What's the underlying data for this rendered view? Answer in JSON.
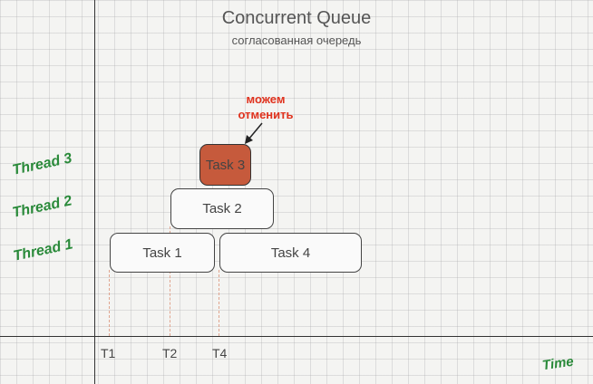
{
  "title": "Concurrent Queue",
  "subtitle": "согласованная очередь",
  "threads": [
    "Thread 3",
    "Thread 2",
    "Thread 1"
  ],
  "tasks": [
    "Task 1",
    "Task 2",
    "Task 3",
    "Task 4"
  ],
  "note": {
    "line1": "можем",
    "line2": "отменить"
  },
  "ticks": [
    "T1",
    "T2",
    "T4"
  ],
  "axis_label": "Time",
  "colors": {
    "thread_label": "#2a8a3a",
    "note": "#e0321e",
    "task3_fill": "#c65a3c"
  }
}
